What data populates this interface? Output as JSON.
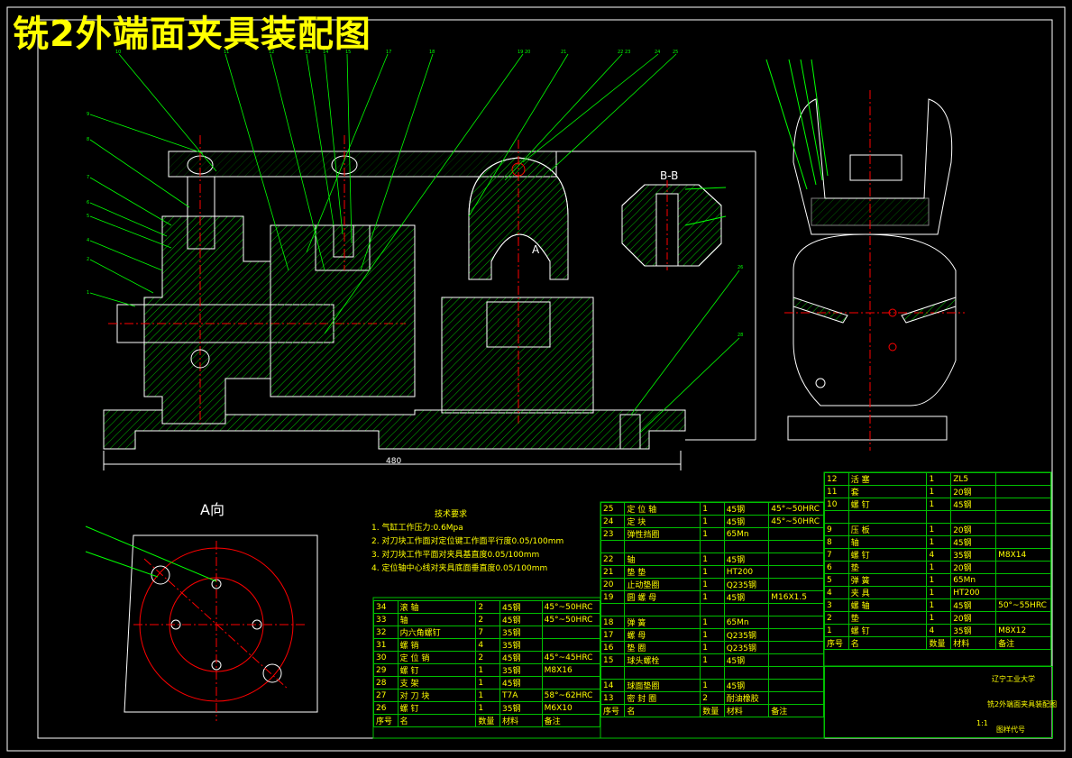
{
  "title": "铣2外端面夹具装配图",
  "view_a_label": "A向",
  "section_label": "B-B",
  "section_arrow_label": "A",
  "overall_dimension": "480",
  "tech_requirements": {
    "heading": "技术要求",
    "items": [
      "1. 气缸工作压力:0.6Mpa",
      "2. 对刀块工作面对定位键工作面平行度0.05/100mm",
      "3. 对刀块工作平面对夹具基直度0.05/100mm",
      "4. 定位轴中心线对夹具底面垂直度0.05/100mm"
    ]
  },
  "bom_left": [
    [
      "34",
      "滚 轴",
      "2",
      "45钢",
      "45°~50HRC"
    ],
    [
      "33",
      "轴",
      "2",
      "45钢",
      "45°~50HRC"
    ],
    [
      "32",
      "内六角螺钉",
      "7",
      "35钢",
      ""
    ],
    [
      "31",
      "螺 销",
      "4",
      "35钢",
      ""
    ],
    [
      "30",
      "定 位 销",
      "2",
      "45钢",
      "45°~45HRC"
    ],
    [
      "29",
      "螺 钉",
      "1",
      "35钢",
      "M8X16"
    ],
    [
      "28",
      "支 架",
      "1",
      "45钢",
      ""
    ],
    [
      "27",
      "对 刀 块",
      "1",
      "T7A",
      "58°~62HRC"
    ],
    [
      "26",
      "螺 钉",
      "1",
      "35钢",
      "M6X10"
    ]
  ],
  "bom_left_header": [
    "序号",
    "名",
    "数量",
    "材料",
    "备注"
  ],
  "bom_mid": [
    [
      "25",
      "定 位 轴",
      "1",
      "45钢",
      "45°~50HRC"
    ],
    [
      "24",
      "定 块",
      "1",
      "45钢",
      "45°~50HRC"
    ],
    [
      "23",
      "弹性挡圈",
      "1",
      "65Mn",
      ""
    ],
    [
      "",
      "",
      "",
      "",
      ""
    ],
    [
      "22",
      "轴",
      "1",
      "45钢",
      ""
    ],
    [
      "21",
      "垫 垫",
      "1",
      "HT200",
      ""
    ],
    [
      "20",
      "止动垫圈",
      "1",
      "Q235钢",
      ""
    ],
    [
      "19",
      "圆 螺 母",
      "1",
      "45钢",
      "M16X1.5"
    ],
    [
      "",
      "",
      "",
      "",
      ""
    ],
    [
      "18",
      "弹 簧",
      "1",
      "65Mn",
      ""
    ],
    [
      "17",
      "螺 母",
      "1",
      "Q235钢",
      ""
    ],
    [
      "16",
      "垫 圈",
      "1",
      "Q235钢",
      ""
    ],
    [
      "15",
      "球头螺栓",
      "1",
      "45钢",
      ""
    ],
    [
      "",
      "",
      "",
      "",
      ""
    ],
    [
      "14",
      "球面垫圈",
      "1",
      "45钢",
      ""
    ],
    [
      "13",
      "密 封 圈",
      "2",
      "耐油橡胶",
      ""
    ]
  ],
  "bom_mid_header": [
    "序号",
    "名",
    "数量",
    "材料",
    "备注"
  ],
  "bom_right": [
    [
      "12",
      "活 塞",
      "1",
      "ZL5",
      ""
    ],
    [
      "11",
      "套",
      "1",
      "20钢",
      ""
    ],
    [
      "10",
      "螺 钉",
      "1",
      "45钢",
      ""
    ],
    [
      "",
      "",
      "",
      "",
      ""
    ],
    [
      "9",
      "压 板",
      "1",
      "20钢",
      ""
    ],
    [
      "8",
      "轴",
      "1",
      "45钢",
      ""
    ],
    [
      "7",
      "螺 钉",
      "4",
      "35钢",
      "M8X14"
    ],
    [
      "6",
      "垫",
      "1",
      "20钢",
      ""
    ],
    [
      "5",
      "弹 簧",
      "1",
      "65Mn",
      ""
    ],
    [
      "4",
      "夹 具",
      "1",
      "HT200",
      ""
    ],
    [
      "3",
      "螺 轴",
      "1",
      "45钢",
      "50°~55HRC"
    ],
    [
      "2",
      "垫",
      "1",
      "20钢",
      ""
    ],
    [
      "1",
      "螺 钉",
      "4",
      "35钢",
      "M8X12"
    ]
  ],
  "bom_right_header": [
    "序号",
    "名",
    "数量",
    "材料",
    "备注"
  ],
  "title_block": {
    "school": "辽宁工业大学",
    "drawing_name": "铣2外端面夹具装配图",
    "scale": "1:1",
    "drawing_code_label": "图样代号"
  },
  "colors": {
    "background": "#000000",
    "outline": "#ffffff",
    "leader": "#00ff00",
    "text": "#ffff00",
    "hatch": "#00c000",
    "circle": "#ff0000",
    "center_line": "#ff0000"
  }
}
